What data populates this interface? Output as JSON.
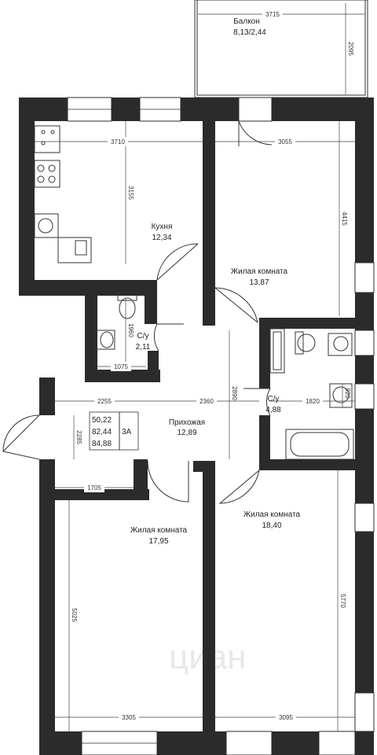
{
  "rooms": {
    "balcony": {
      "name": "Балкон",
      "area": "8,13/2,44"
    },
    "kitchen": {
      "name": "Кухня",
      "area": "12,34"
    },
    "living1": {
      "name": "Жилая комната",
      "area": "13,87"
    },
    "bath1": {
      "name": "С/у",
      "area": "2,11"
    },
    "bath2": {
      "name": "С/у",
      "area": "4,88"
    },
    "hall": {
      "name": "Прихожая",
      "area": "12,89"
    },
    "living2": {
      "name": "Жилая комната",
      "area": "17,95"
    },
    "living3": {
      "name": "Жилая комната",
      "area": "18,40"
    }
  },
  "summary": {
    "living": "50,22",
    "total": "82,44",
    "total_balcony": "84,88",
    "rooms_code": "3A"
  },
  "dimensions": {
    "d3715": "3715",
    "d2095": "2095",
    "d3710": "3710",
    "d3055": "3055",
    "d3155": "3155",
    "d4415": "4415",
    "d1960": "1960",
    "d1075": "1075",
    "d2255": "2255",
    "d2360": "2360",
    "d2890": "2890",
    "d1820": "1820",
    "d920": "920",
    "d2285": "2285",
    "d1705": "1705",
    "d5025": "5025",
    "d5770": "5770",
    "d3305": "3305",
    "d3095": "3095"
  },
  "watermark": "циан",
  "colors": {
    "wall": "#2b2b2b",
    "line": "#333333",
    "background": "#ffffff"
  }
}
